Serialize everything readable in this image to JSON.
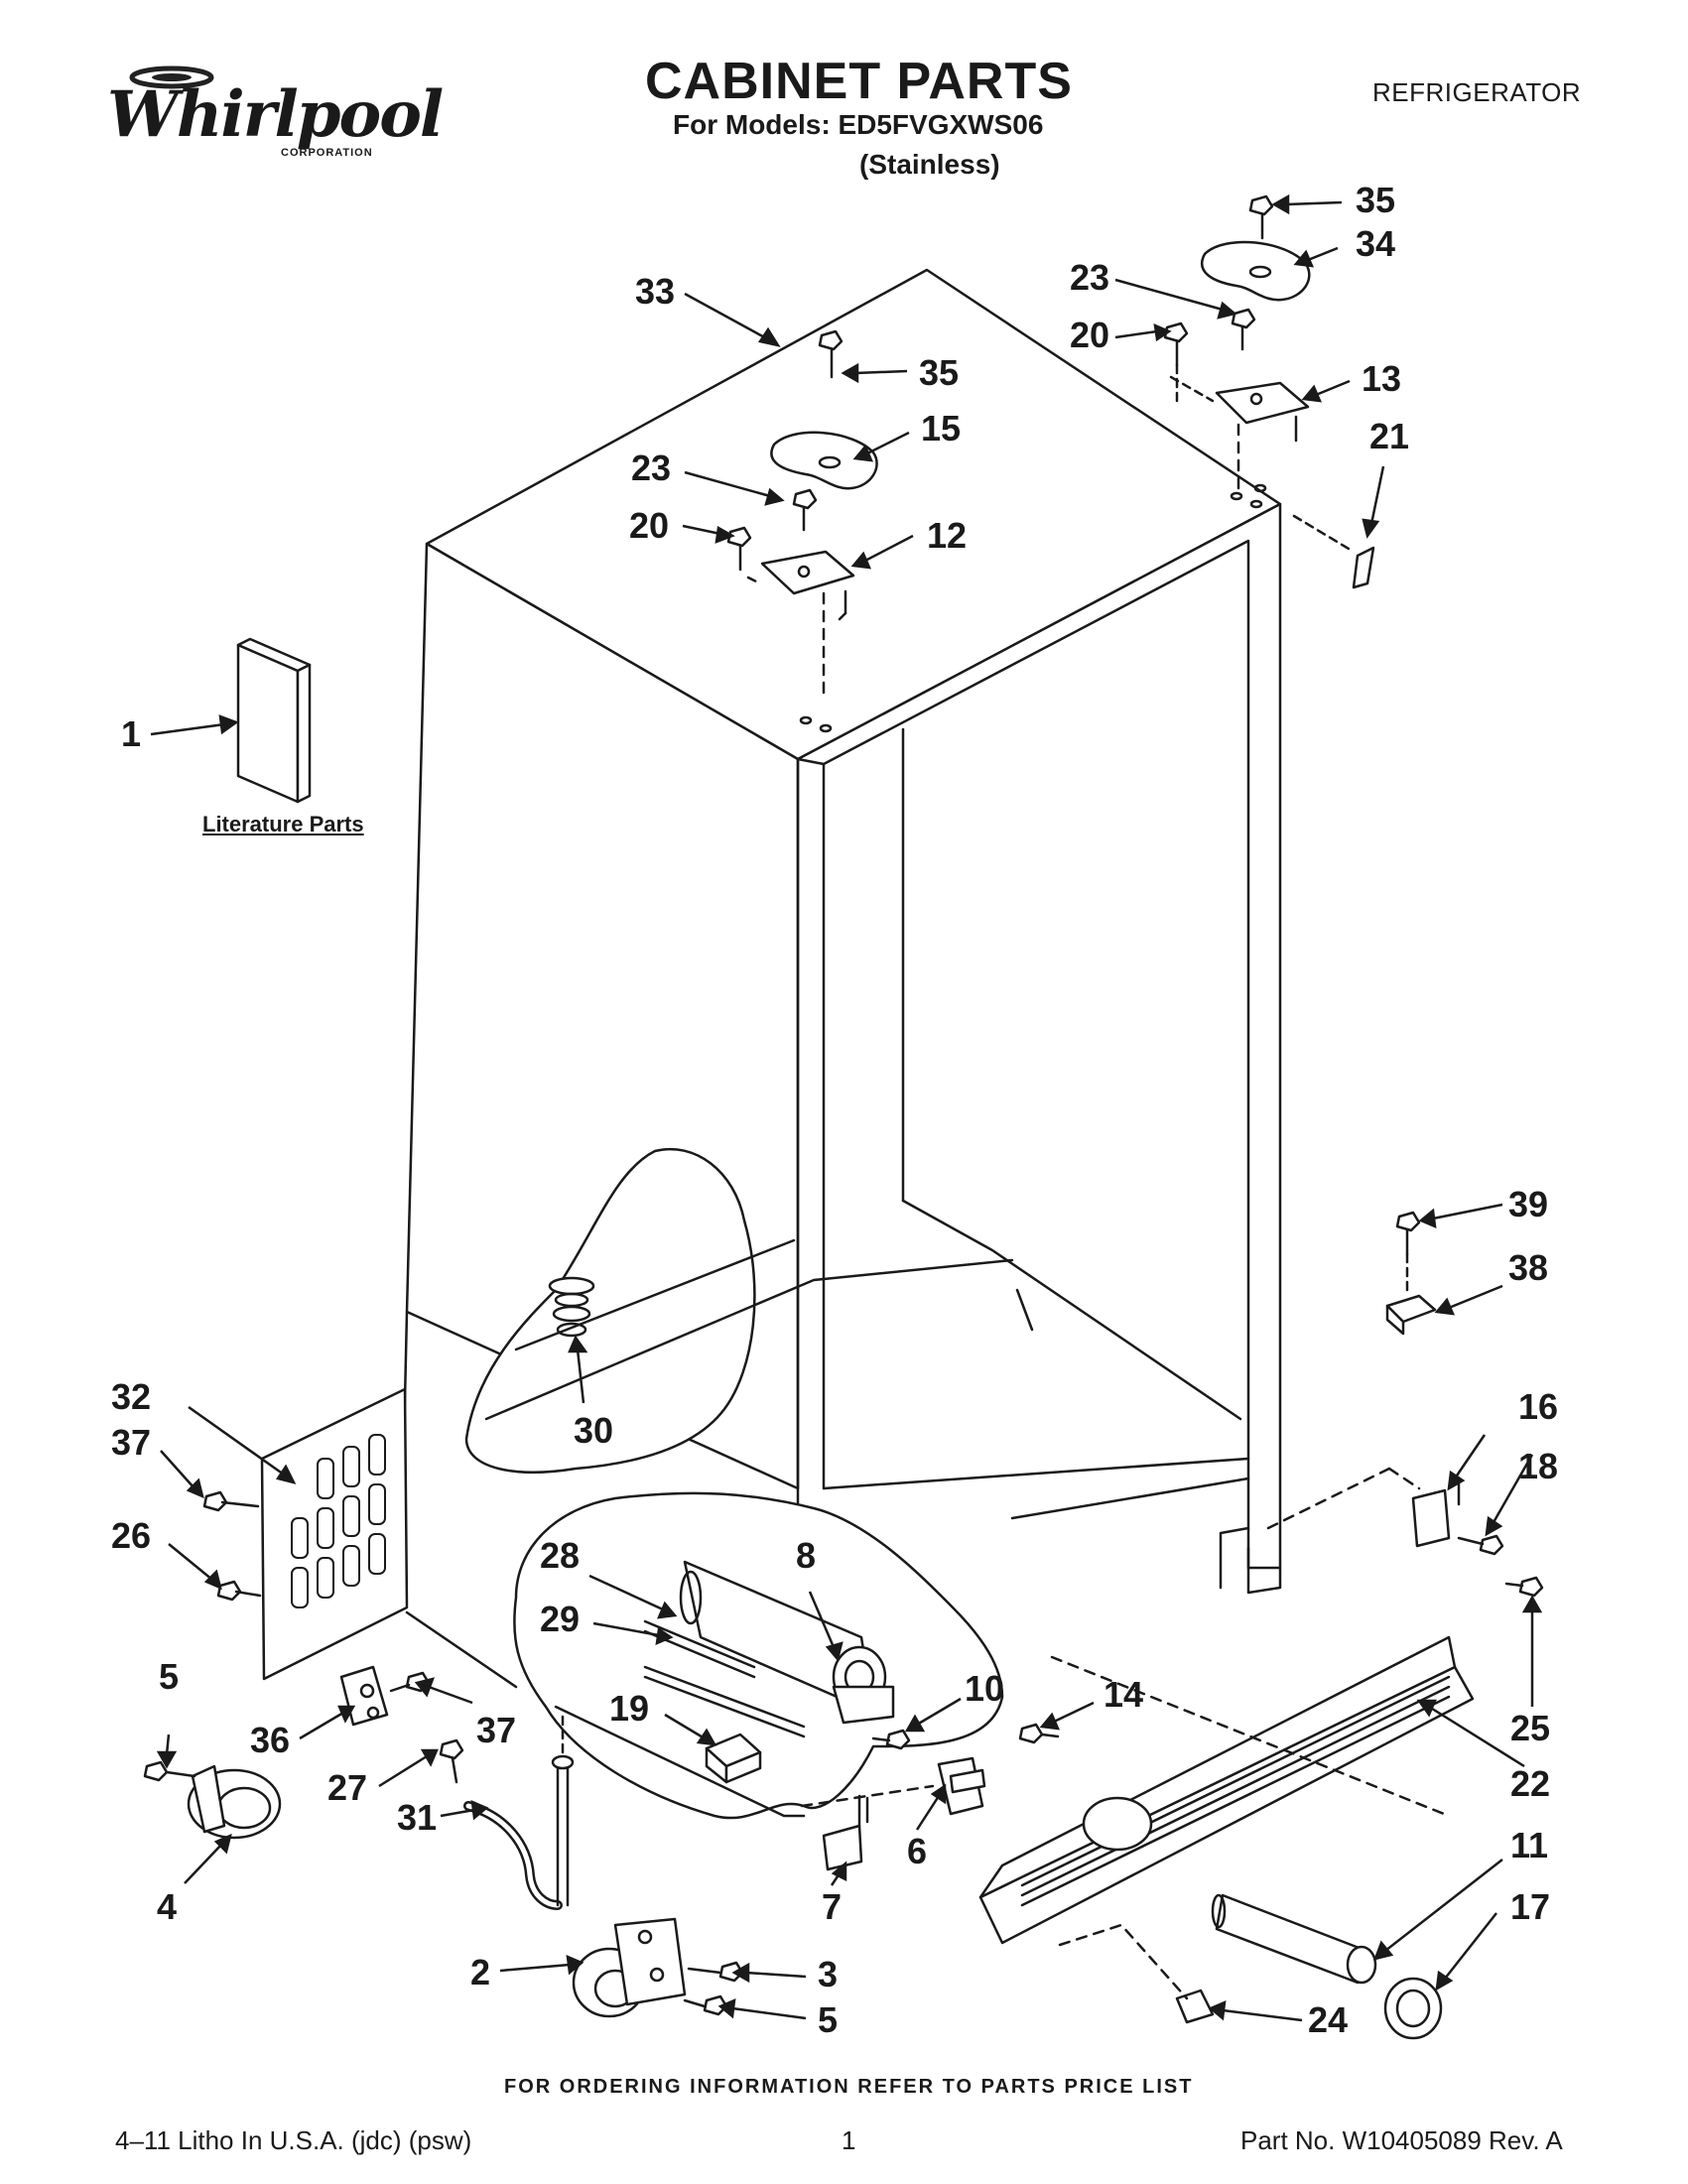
{
  "header": {
    "brand": "Whirlpool",
    "brand_sub": "CORPORATION",
    "title": "CABINET PARTS",
    "models_line": "For Models: ED5FVGXWS06",
    "finish_line": "(Stainless)",
    "category": "REFRIGERATOR"
  },
  "literature_label": "Literature Parts",
  "callouts": {
    "c1": "1",
    "c2": "2",
    "c3": "3",
    "c4": "4",
    "c5a": "5",
    "c5b": "5",
    "c6": "6",
    "c7": "7",
    "c8": "8",
    "c10": "10",
    "c11": "11",
    "c12": "12",
    "c13": "13",
    "c14": "14",
    "c15": "15",
    "c16": "16",
    "c17": "17",
    "c18": "18",
    "c19": "19",
    "c20a": "20",
    "c20b": "20",
    "c21": "21",
    "c22": "22",
    "c23a": "23",
    "c23b": "23",
    "c24": "24",
    "c25": "25",
    "c26": "26",
    "c27": "27",
    "c28": "28",
    "c29": "29",
    "c30": "30",
    "c31": "31",
    "c32": "32",
    "c33": "33",
    "c34": "34",
    "c35a": "35",
    "c35b": "35",
    "c36": "36",
    "c37a": "37",
    "c37b": "37",
    "c38": "38",
    "c39": "39"
  },
  "footer": {
    "ordering_note": "FOR ORDERING INFORMATION REFER TO PARTS PRICE LIST",
    "litho": "4–11 Litho In U.S.A. (jdc) (psw)",
    "page_number": "1",
    "part_number": "Part No. W10405089 Rev. A"
  }
}
